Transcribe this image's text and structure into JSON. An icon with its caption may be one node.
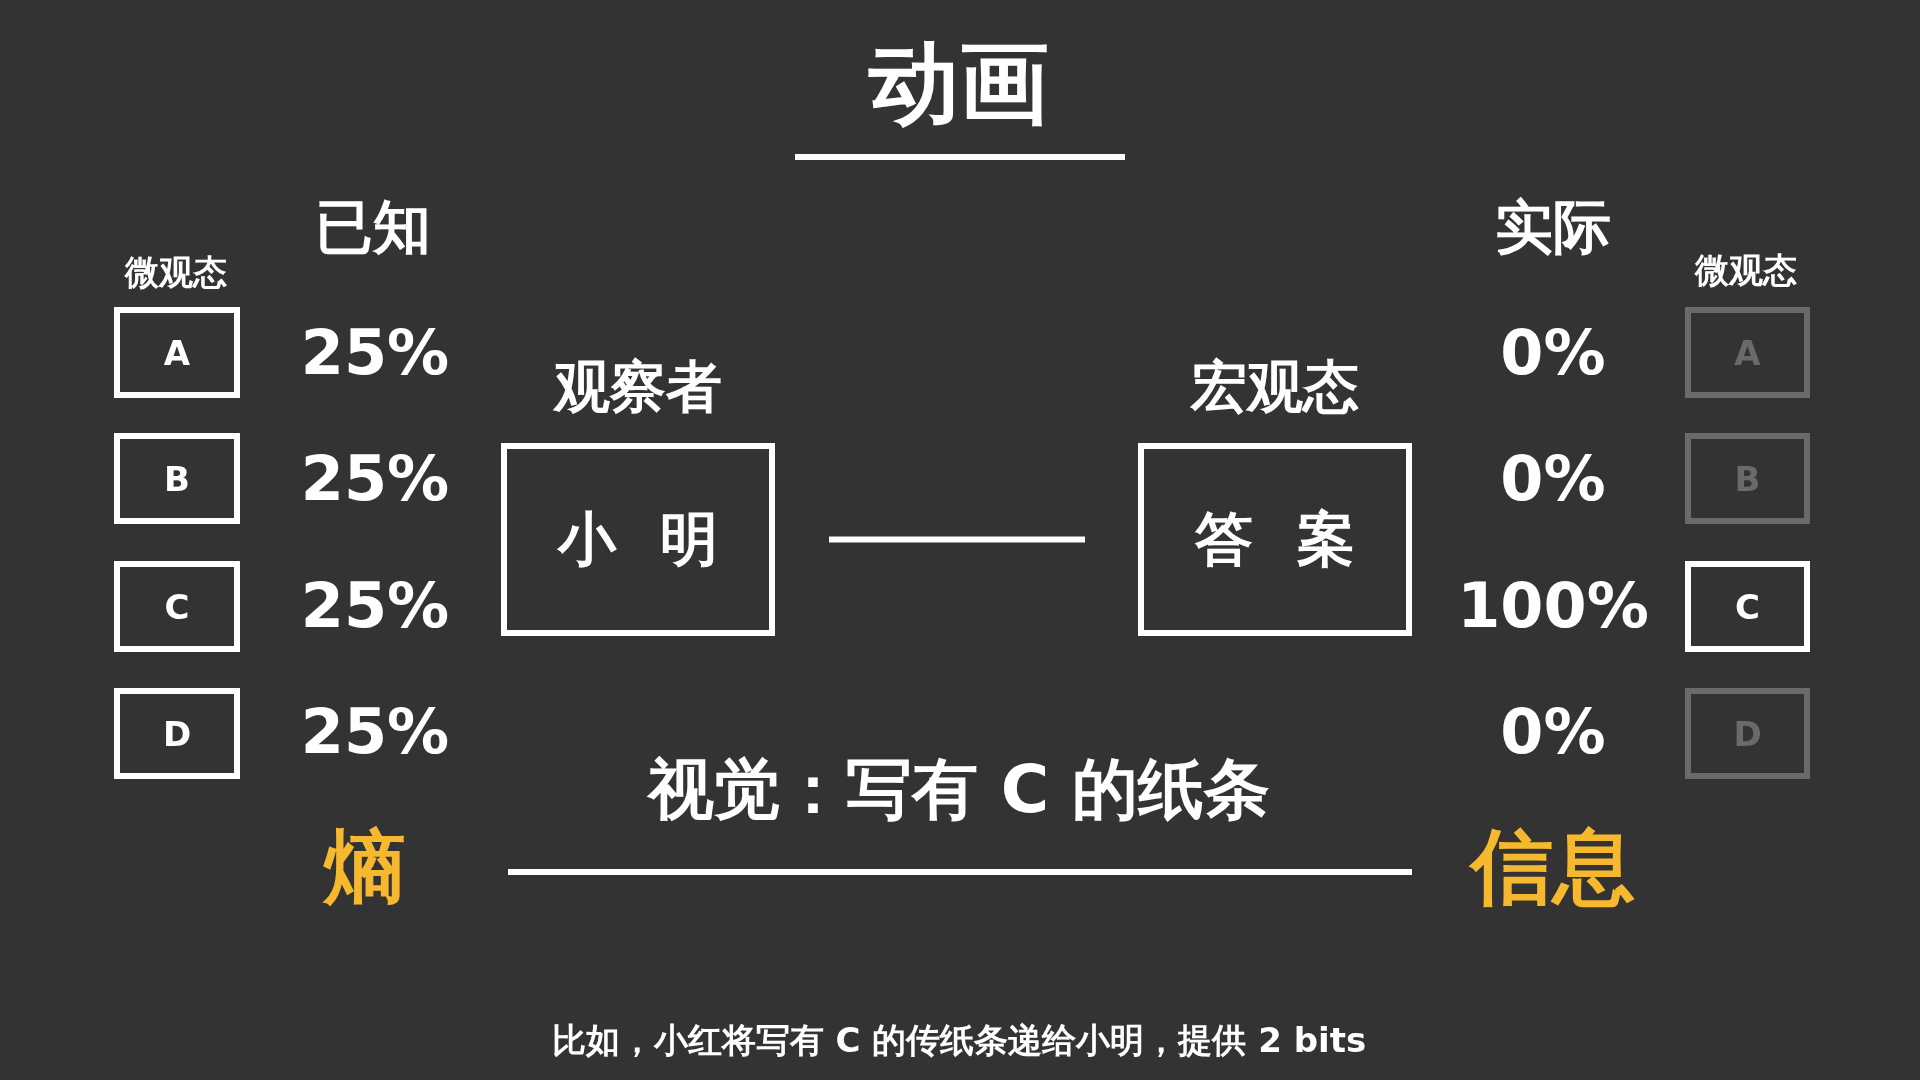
{
  "diagram": {
    "title": "动画",
    "caption": "比如，小红将写有 C 的传纸条递给小明，提供 2 bits",
    "nodes": [
      {
        "text": [
          "A"
        ]
      },
      {
        "text": [
          "B"
        ]
      },
      {
        "text": [
          "C"
        ]
      },
      {
        "text": [
          "D"
        ]
      },
      {
        "text": [
          "观察者",
          "小明"
        ]
      },
      {
        "text": [
          "宏观态",
          "答案"
        ]
      },
      {
        "text": [
          "A"
        ]
      },
      {
        "text": [
          "B"
        ]
      },
      {
        "text": [
          "C"
        ]
      },
      {
        "text": [
          "D"
        ]
      }
    ],
    "edges": [
      {
        "from": 4,
        "to": 5,
        "arrow": "none"
      }
    ],
    "labels": [
      "已知",
      "实际",
      "微观态",
      "微观态",
      "25%",
      "0%",
      "25%",
      "0%",
      "25%",
      "100%",
      "25%",
      "0%",
      "熵",
      "视觉：写有 C 的纸条",
      "信息"
    ]
  }
}
